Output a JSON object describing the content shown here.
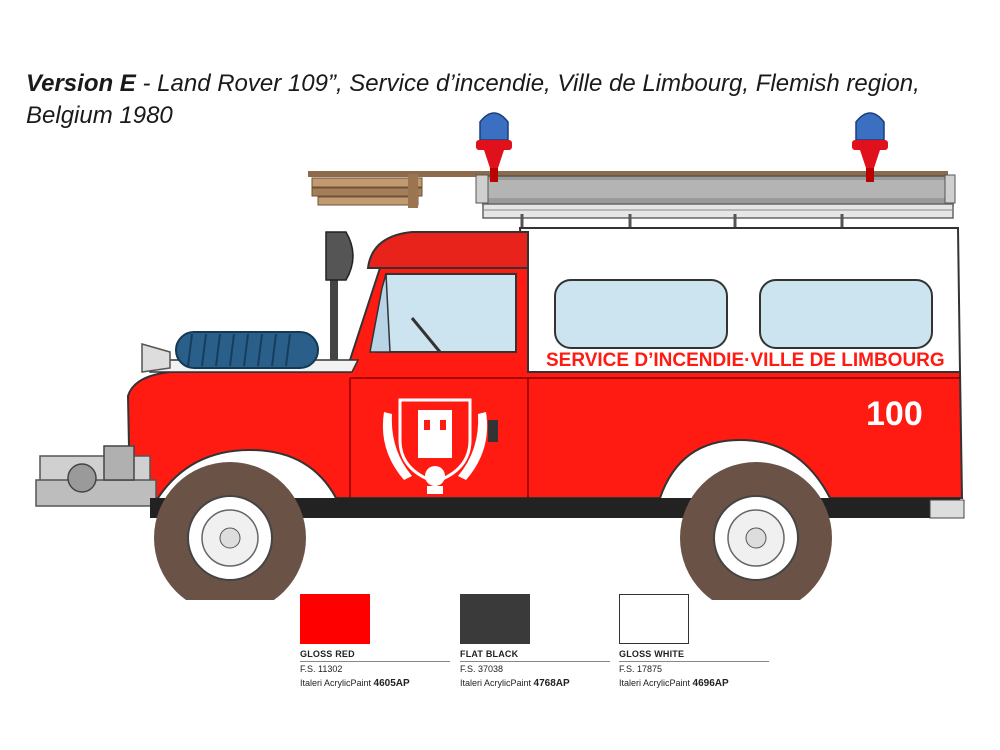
{
  "header": {
    "version_label": "Version E",
    "description": " - Land Rover 109”, Service d’incendie, Ville de Limbourg, Flemish region, Belgium 1980"
  },
  "vehicle": {
    "side_lettering": "SERVICE D’INCENDIE·VILLE DE LIMBOURG",
    "number": "100"
  },
  "colors": [
    {
      "name": "Gloss Red",
      "fs": "F.S. 11302",
      "paint_prefix": "Italeri AcrylicPaint ",
      "code": "4605AP",
      "hex": "#ff0000"
    },
    {
      "name": "Flat Black",
      "fs": "F.S. 37038",
      "paint_prefix": "Italeri AcrylicPaint ",
      "code": "4768AP",
      "hex": "#3a3a3a"
    },
    {
      "name": "Gloss White",
      "fs": "F.S. 17875",
      "paint_prefix": "Italeri AcrylicPaint ",
      "code": "4696AP",
      "hex": "#ffffff"
    }
  ]
}
